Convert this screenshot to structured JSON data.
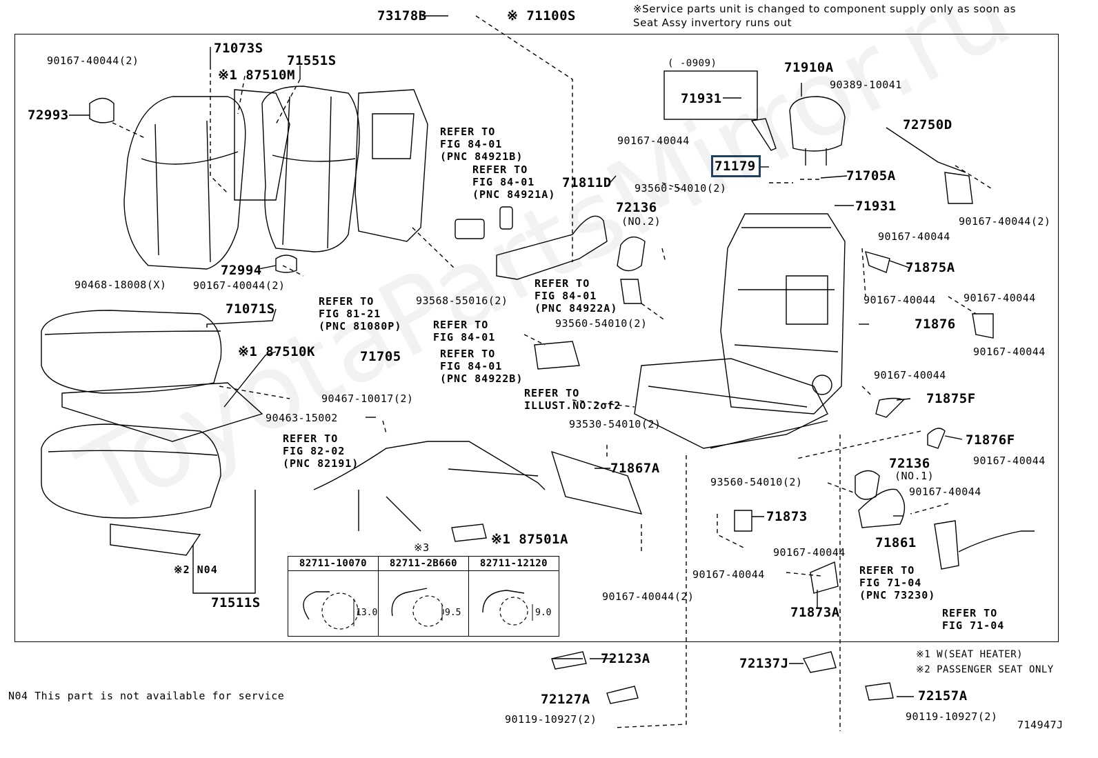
{
  "header_note": {
    "line1": "※Service parts unit is changed to component supply only as soon as",
    "line2": "Seat Assy invertory runs out"
  },
  "assembly": {
    "code": "※ 71100S"
  },
  "parts": {
    "p73178B": "73178B",
    "p71073S": "71073S",
    "p71551S": "71551S",
    "p87510M": "※1 87510M",
    "p90167_40044_2_a": "90167-40044(2)",
    "p72993": "72993",
    "p72994": "72994",
    "p90167_40044_2_b": "90167-40044(2)",
    "p90468_18008": "90468-18008(X)",
    "p71071S": "71071S",
    "p87510K": "※1 87510K",
    "p90467_10017": "90467-10017(2)",
    "p90463_15002": "90463-15002",
    "p71705": "71705",
    "p93568_55016": "93568-55016(2)",
    "p71811D": "71811D",
    "p90167_40044_c": "90167-40044",
    "p72136_no2": "72136",
    "p72136_no2_sub": "(NO.2)",
    "p93560_54010_2_a": "93560-54010(2)",
    "p93560_54010_2_b": "93560-54010(2)",
    "p93530_54010_2": "93530-54010(2)",
    "p71867A": "71867A",
    "p90167_40044_2_c": "90167-40044(2)",
    "p87501A": "※1 87501A",
    "p71511S": "71511S",
    "pN04": "※2 N04",
    "p0909": "(     -0909)",
    "p71931_a": "71931",
    "p71910A": "71910A",
    "p90389_10041": "90389-10041",
    "p72750D": "72750D",
    "p71179": "71179",
    "p71705A": "71705A",
    "p71931_b": "71931",
    "p90167_40044_2_d": "90167-40044(2)",
    "p90167_40044_d": "90167-40044",
    "p71875A": "71875A",
    "p90167_40044_e": "90167-40044",
    "p90167_40044_f": "90167-40044",
    "p71876": "71876",
    "p90167_40044_g": "90167-40044",
    "p90167_40044_h": "90167-40044",
    "p71875F": "71875F",
    "p71876F": "71876F",
    "p90167_40044_i": "90167-40044",
    "p72136_no1": "72136",
    "p72136_no1_sub": "(NO.1)",
    "p93560_54010_2_c": "93560-54010(2)",
    "p90167_40044_j": "90167-40044",
    "p71873": "71873",
    "p71861": "71861",
    "p90167_40044_k": "90167-40044",
    "p90167_40044_l": "90167-40044",
    "p71873A": "71873A",
    "p72123A": "72123A",
    "p72137J": "72137J",
    "p72127A": "72127A",
    "p90119_10927_2_a": "90119-10927(2)",
    "p72157A": "72157A",
    "p90119_10927_2_b": "90119-10927(2)"
  },
  "refers": {
    "r1": [
      "REFER TO",
      "FIG 84-01",
      "(PNC 84921B)"
    ],
    "r2": [
      "REFER TO",
      "FIG 84-01",
      "(PNC 84921A)"
    ],
    "r3": [
      "REFER TO",
      "FIG 81-21",
      "(PNC 81080P)"
    ],
    "r4": [
      "REFER TO",
      "FIG 84-01",
      "(PNC 84922A)"
    ],
    "r5": [
      "REFER TO",
      "FIG 84-01"
    ],
    "r6": [
      "REFER TO",
      "FIG 84-01",
      "(PNC 84922B)"
    ],
    "r7": [
      "REFER TO",
      "ILLUST.NO.2of2"
    ],
    "r8": [
      "REFER TO",
      "FIG 82-02",
      "(PNC 82191)"
    ],
    "r9": [
      "REFER TO",
      "FIG 71-04",
      "(PNC 73230)"
    ],
    "r10": [
      "REFER TO",
      "FIG 71-04"
    ]
  },
  "spring_table": {
    "title": "※3",
    "headers": [
      "82711-10070",
      "82711-2B660",
      "82711-12120"
    ],
    "dims": [
      "13.0",
      "9.5",
      "9.0"
    ]
  },
  "legend": {
    "l1": "※1 W(SEAT HEATER)",
    "l2": "※2 PASSENGER SEAT ONLY"
  },
  "footer": {
    "n04": "N04  This part is not available for service",
    "illus_no": "714947J"
  },
  "watermark": "ToyotaPartsMirror.ru",
  "highlight_color": "#1f3f5f"
}
